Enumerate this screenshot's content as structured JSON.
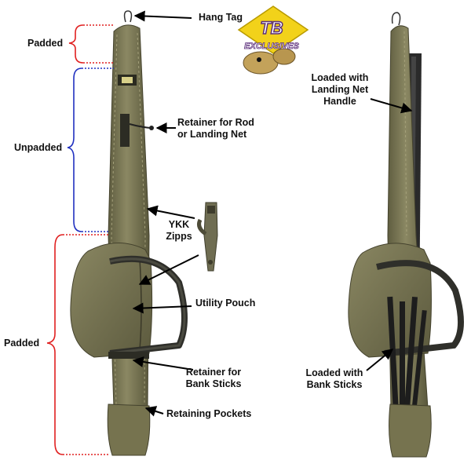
{
  "labels": {
    "hang_tag": "Hang Tag",
    "padded_top": "Padded",
    "unpadded": "Unpadded",
    "padded_bottom": "Padded",
    "retainer_rod_1": "Retainer for Rod",
    "retainer_rod_2": "or Landing Net",
    "ykk_1": "YKK",
    "ykk_2": "Zipps",
    "utility_pouch": "Utility Pouch",
    "retainer_bank_1": "Retainer for",
    "retainer_bank_2": "Bank Sticks",
    "retaining_pockets": "Retaining Pockets",
    "loaded_net_1": "Loaded with",
    "loaded_net_2": "Landing Net",
    "loaded_net_3": "Handle",
    "loaded_bank_1": "Loaded with",
    "loaded_bank_2": "Bank Sticks"
  },
  "logo": {
    "line1": "TB",
    "line2": "EXCLUSIVES"
  },
  "colors": {
    "bag_olive": "#7d7a58",
    "bag_dark": "#4f4d36",
    "strap": "#3a3a3a",
    "padded_bracket": "#e02020",
    "unpadded_bracket": "#2030c0",
    "logo_yellow": "#f2d21a",
    "logo_purple": "#5a2d7a"
  }
}
